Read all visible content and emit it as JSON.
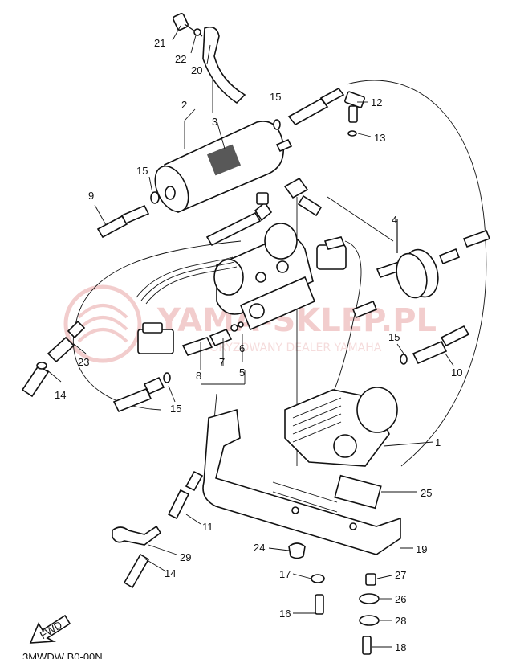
{
  "watermark": {
    "brand": "YAMA-SKLEP.PL",
    "sub": "AUTORYZOWANY DEALER YAMAHA",
    "color": "#e9a5a5"
  },
  "fwd_label": "FWD",
  "footer_code": "3MWDW B0-00N",
  "callouts": [
    "1",
    "2",
    "3",
    "4",
    "5",
    "6",
    "7",
    "8",
    "9",
    "10",
    "11",
    "12",
    "13",
    "14",
    "14",
    "15",
    "15",
    "15",
    "15",
    "16",
    "17",
    "18",
    "19",
    "20",
    "21",
    "22",
    "23",
    "24",
    "25",
    "26",
    "27",
    "28",
    "29"
  ]
}
